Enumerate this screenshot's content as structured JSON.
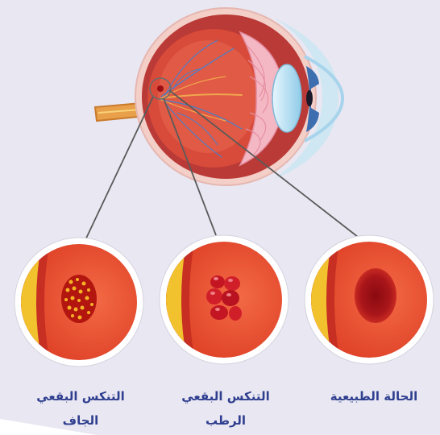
{
  "diagram": {
    "panels": [
      {
        "id": "dry",
        "label_line1": "التنكس البقعي",
        "label_line2": "الجاف"
      },
      {
        "id": "wet",
        "label_line1": "التنكس البقعي",
        "label_line2": "الرطب"
      },
      {
        "id": "normal",
        "label_line1": "الحالة الطبيعية",
        "label_line2": ""
      }
    ],
    "colors": {
      "background": "#e9e7f2",
      "retina": "#e8452f",
      "optic_disc": "#f2c12e",
      "macula_normal": "#9b0f14",
      "label_text": "#2f3f8f",
      "sclera": "#f6d7d0",
      "lens": "#bfe3f4"
    }
  }
}
